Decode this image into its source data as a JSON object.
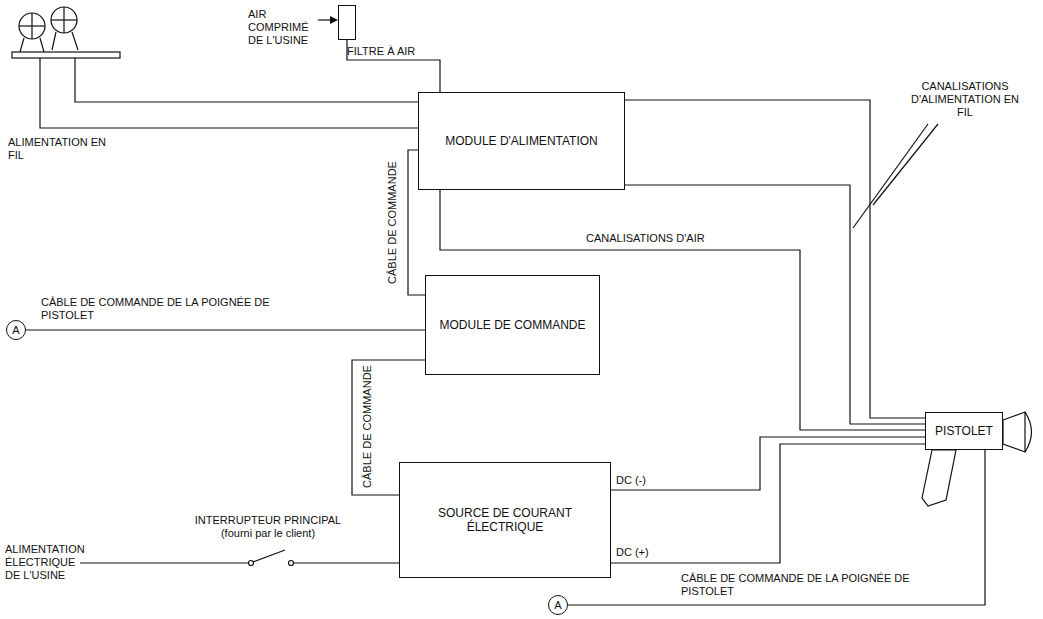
{
  "diagram": {
    "nodes": [
      {
        "text": [
          "FILTRE À AIR"
        ]
      },
      {
        "text": [
          "MODULE D'ALIMENTATION"
        ]
      },
      {
        "text": [
          "MODULE DE COMMANDE"
        ]
      },
      {
        "text": [
          "A"
        ]
      },
      {
        "text": [
          "PISTOLET"
        ]
      },
      {
        "text": [
          "SOURCE DE COURANT ÉLECTRIQUE"
        ]
      },
      {
        "text": [
          "A"
        ]
      }
    ],
    "edges": [
      {
        "from": 0,
        "to": 1,
        "arrow": "none"
      },
      {
        "from": 1,
        "to": 2,
        "label": "CÂBLE DE COMMANDE",
        "arrow": "none"
      },
      {
        "from": 1,
        "to": 4,
        "label": "CANALISATIONS D'AIR",
        "arrow": "none"
      },
      {
        "from": 1,
        "to": 4,
        "arrow": "none"
      },
      {
        "from": 1,
        "to": 4,
        "arrow": "none"
      },
      {
        "from": 3,
        "to": 2,
        "label": "CÂBLE DE COMMANDE DE LA POIGNÉE DE PISTOLET",
        "arrow": "none"
      },
      {
        "from": 2,
        "to": 5,
        "label": "CÂBLE DE COMMANDE",
        "arrow": "none"
      },
      {
        "from": 5,
        "to": 4,
        "label": "DC (-)",
        "arrow": "none"
      },
      {
        "from": 5,
        "to": 4,
        "label": "DC (+)",
        "arrow": "none"
      },
      {
        "from": 6,
        "to": 4,
        "label": "CÂBLE DE COMMANDE DE LA POIGNÉE DE PISTOLET",
        "arrow": "none"
      }
    ],
    "labels": [
      "AIR COMPRIMÉ DE L'USINE",
      "ALIMENTATION EN FIL",
      "CANALISATIONS D'ALIMENTATION EN FIL",
      "INTERRUPTEUR PRINCIPAL (fourni par le client)",
      "ALIMENTATION ÉLECTRIQUE DE L'USINE"
    ]
  }
}
